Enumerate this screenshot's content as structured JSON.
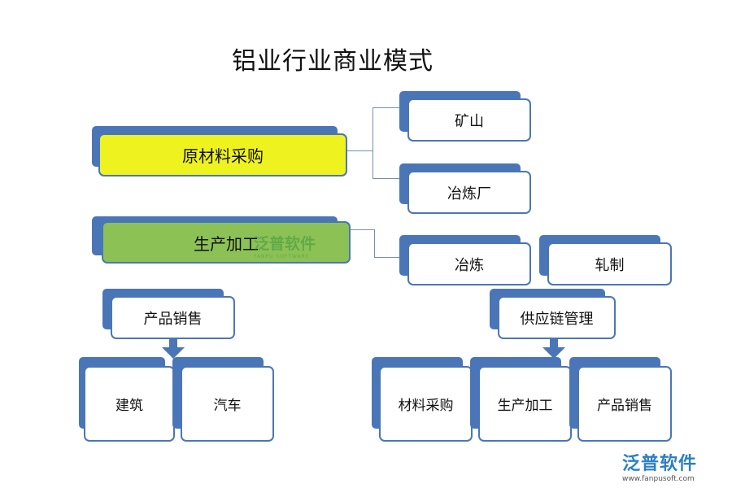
{
  "title": "铝业行业商业模式",
  "nodes": {
    "procurement": "原材料采购",
    "mine": "矿山",
    "smelter": "冶炼厂",
    "production": "生产加工",
    "smelting": "冶炼",
    "rolling": "轧制",
    "sales": "产品销售",
    "construction": "建筑",
    "auto": "汽车",
    "supply_chain": "供应链管理",
    "material_purchase": "材料采购",
    "production_2": "生产加工",
    "sales_2": "产品销售"
  },
  "watermark": {
    "name": "泛普软件",
    "sub": "FANPU SOFTWARE"
  },
  "logo": {
    "name": "泛普软件",
    "url": "www.fanpusoft.com"
  },
  "colors": {
    "accent": "#4a76b8",
    "yellow": "#eef21f",
    "green": "#8cc255"
  }
}
